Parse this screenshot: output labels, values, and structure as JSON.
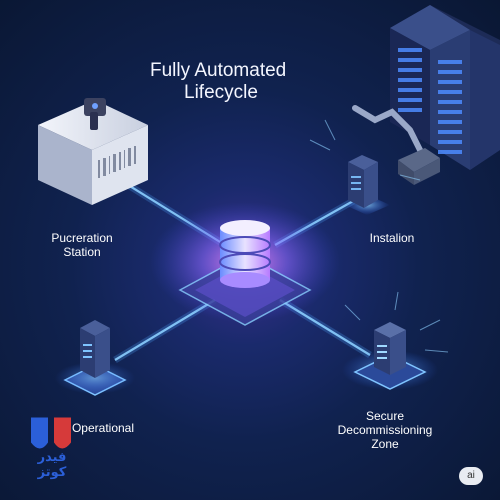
{
  "diagram": {
    "title_line1": "Fully Automated",
    "title_line2": "Lifecycle",
    "nodes": {
      "procurement": {
        "label_line1": "Pucreration",
        "label_line2": "Station"
      },
      "installation": {
        "label": "Instalion"
      },
      "operational": {
        "label": "Operational"
      },
      "decommission": {
        "label_line1": "Secure",
        "label_line2": "Decommissioning",
        "label_line3": "Zone"
      }
    }
  },
  "watermark": {
    "text": "فيدر كوتز"
  },
  "badge": {
    "text": "ai"
  },
  "colors": {
    "glow": "#5fb6ff",
    "core": "#b88cff",
    "background": "#0c1a3a"
  }
}
